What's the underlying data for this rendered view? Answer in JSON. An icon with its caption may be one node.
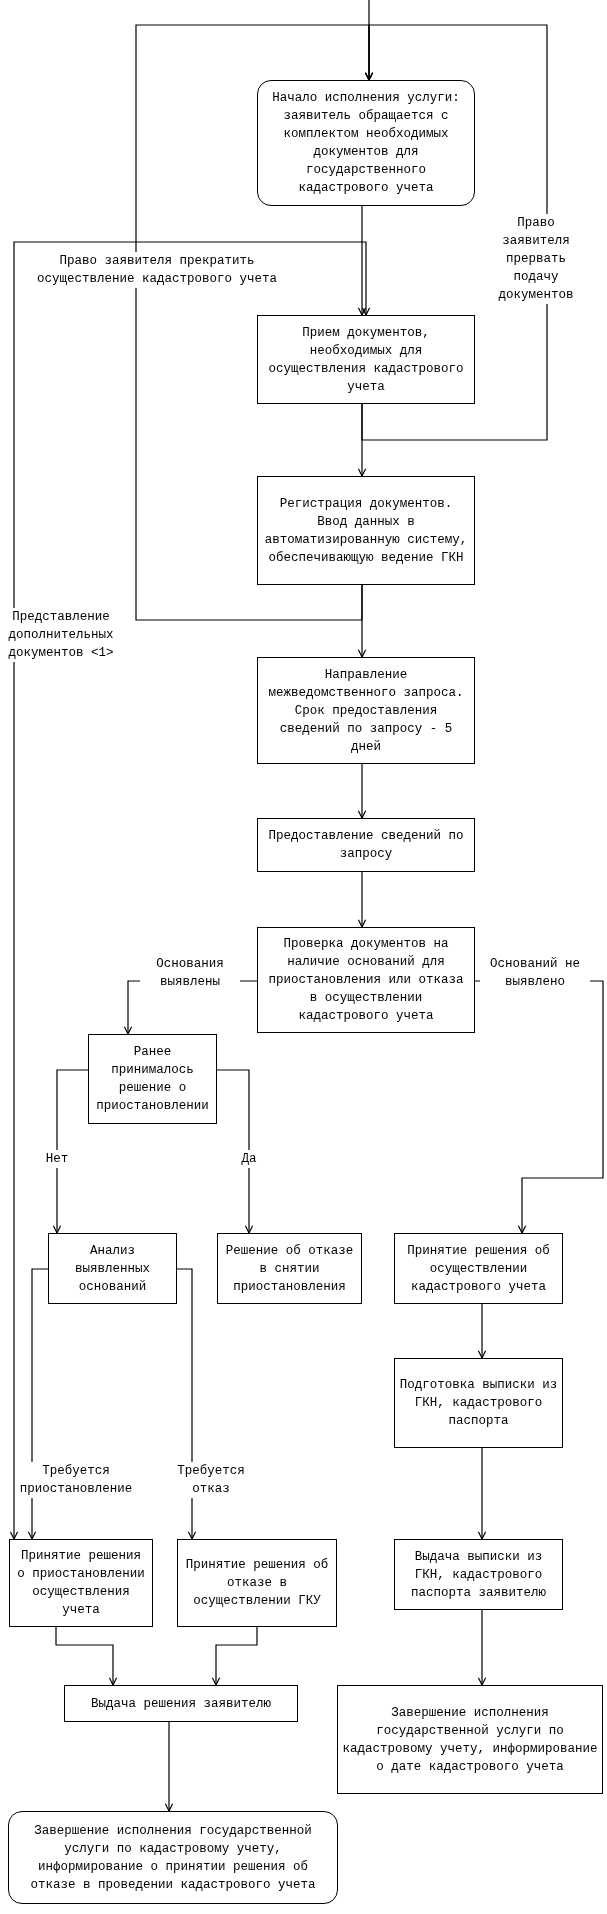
{
  "diagram": {
    "nodes": [
      {
        "text": [
          "Начало исполнения услуги: заявитель обращается с комплектом необходимых документов для государственного кадастрового учета"
        ]
      },
      {
        "text": [
          "Прием документов, необходимых для осуществления кадастрового учета"
        ]
      },
      {
        "text": [
          "Регистрация документов. Ввод данных в автоматизированную систему, обеспечивающую ведение ГКН"
        ]
      },
      {
        "text": [
          "Направление межведомственного запроса. Срок предоставления сведений по запросу - 5 дней"
        ]
      },
      {
        "text": [
          "Предоставление сведений по запросу"
        ]
      },
      {
        "text": [
          "Проверка документов на наличие оснований для приостановления или отказа в осуществлении кадастрового учета"
        ]
      },
      {
        "text": [
          "Ранее принималось решение о приостановлении"
        ]
      },
      {
        "text": [
          "Анализ выявленных оснований"
        ]
      },
      {
        "text": [
          "Решение об отказе в снятии приостановления"
        ]
      },
      {
        "text": [
          "Принятие решения об осуществлении кадастрового учета"
        ]
      },
      {
        "text": [
          "Подготовка выписки из ГКН, кадастрового паспорта"
        ]
      },
      {
        "text": [
          "Принятие решения о приостановлении осуществления учета"
        ]
      },
      {
        "text": [
          "Принятие решения об отказе в осуществлении ГКУ"
        ]
      },
      {
        "text": [
          "Выдача выписки из ГКН, кадастрового паспорта заявителю"
        ]
      },
      {
        "text": [
          "Выдача решения заявителю"
        ]
      },
      {
        "text": [
          "Завершение исполнения государственной услуги по кадастровому учету, информирование о дате кадастрового учета"
        ]
      },
      {
        "text": [
          "Завершение исполнения государственной услуги по кадастровому учету, информирование о принятии решения об отказе в проведении кадастрового учета"
        ]
      }
    ],
    "edges": [
      {
        "from": null,
        "to": 0,
        "arrow": "to"
      },
      {
        "from": 0,
        "to": 1,
        "arrow": "to"
      },
      {
        "from": 1,
        "to": 0,
        "arrow": "to",
        "label": "Право заявителя прервать подачу документов"
      },
      {
        "from": 1,
        "to": 2,
        "arrow": "to"
      },
      {
        "from": 2,
        "to": 0,
        "arrow": "to",
        "label": "Право заявителя прекратить осуществление кадастрового учета"
      },
      {
        "from": 2,
        "to": 3,
        "arrow": "to"
      },
      {
        "from": 3,
        "to": 4,
        "arrow": "to"
      },
      {
        "from": 4,
        "to": 5,
        "arrow": "to"
      },
      {
        "from": 5,
        "to": 6,
        "arrow": "to",
        "label": "Основания выявлены"
      },
      {
        "from": 5,
        "to": 9,
        "arrow": "to",
        "label": "Оснований не выявлено"
      },
      {
        "from": 6,
        "to": 7,
        "arrow": "to",
        "label": "Нет"
      },
      {
        "from": 6,
        "to": 8,
        "arrow": "to",
        "label": "Да"
      },
      {
        "from": 7,
        "to": 11,
        "arrow": "to",
        "label": "Требуется приостановление"
      },
      {
        "from": 7,
        "to": 12,
        "arrow": "to",
        "label": "Требуется отказ"
      },
      {
        "from": 11,
        "to": 1,
        "arrow": "both",
        "label": "Представление дополнительных документов <1>"
      },
      {
        "from": 9,
        "to": 10,
        "arrow": "to"
      },
      {
        "from": 10,
        "to": 13,
        "arrow": "to"
      },
      {
        "from": 11,
        "to": 14,
        "arrow": "to"
      },
      {
        "from": 12,
        "to": 14,
        "arrow": "to"
      },
      {
        "from": 13,
        "to": 15,
        "arrow": "to"
      },
      {
        "from": 14,
        "to": 16,
        "arrow": "to"
      }
    ]
  }
}
